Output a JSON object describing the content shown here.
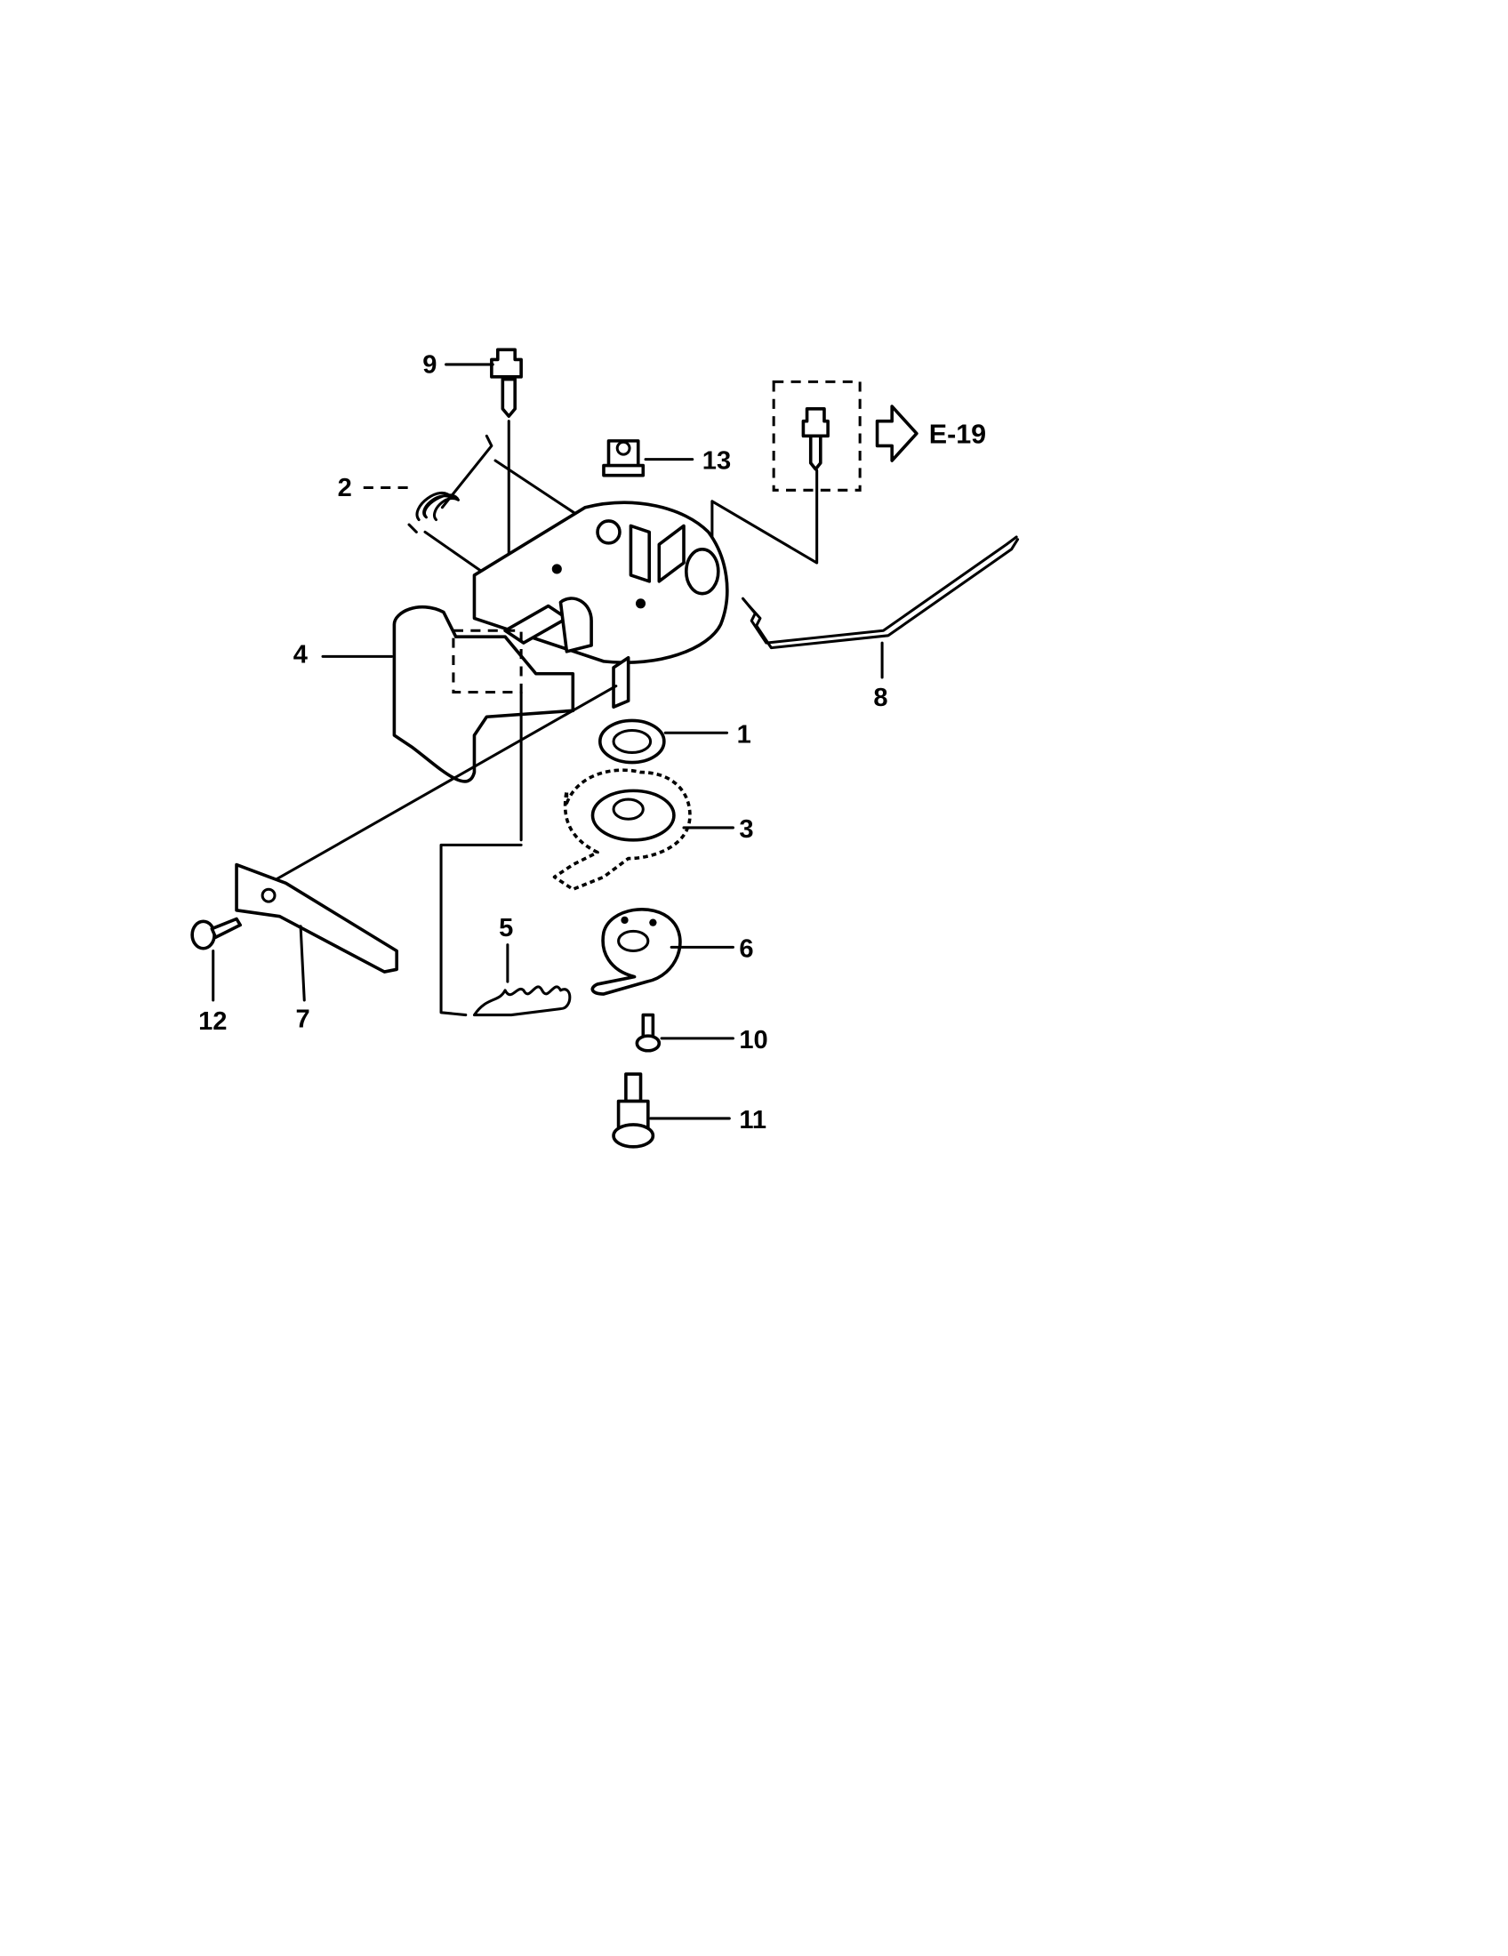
{
  "diagram": {
    "type": "exploded-parts-diagram",
    "callouts": [
      "1",
      "2",
      "3",
      "4",
      "5",
      "6",
      "7",
      "8",
      "9",
      "10",
      "11",
      "12",
      "13"
    ],
    "reference": "E-19"
  },
  "colors": {
    "ink": "#000000",
    "background": "#ffffff"
  }
}
